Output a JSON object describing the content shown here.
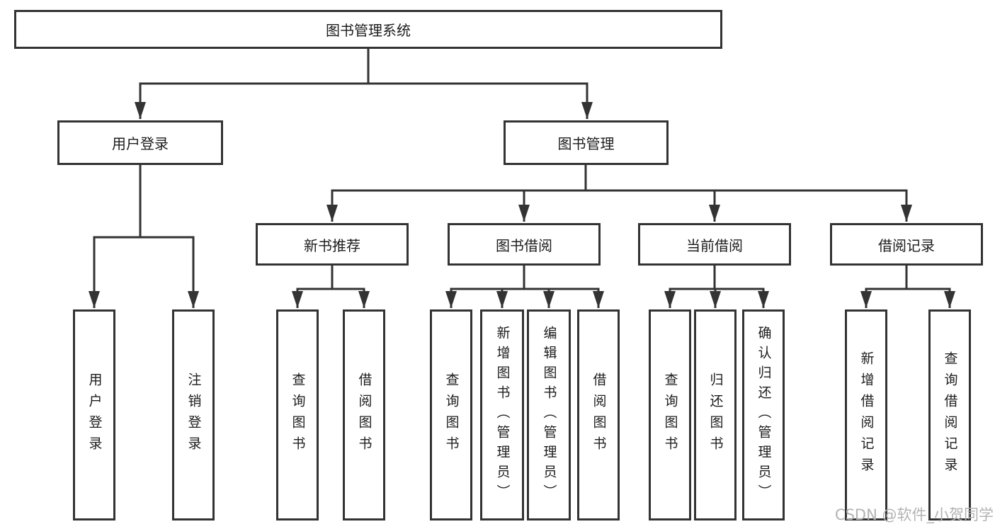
{
  "diagram": {
    "root": {
      "label": "图书管理系统"
    },
    "branches": [
      {
        "label": "用户登录",
        "children": [
          {
            "label": "用户登录"
          },
          {
            "label": "注销登录"
          }
        ]
      },
      {
        "label": "图书管理",
        "children": [
          {
            "label": "新书推荐",
            "children": [
              {
                "label": "查询图书"
              },
              {
                "label": "借阅图书"
              }
            ]
          },
          {
            "label": "图书借阅",
            "children": [
              {
                "label": "查询图书"
              },
              {
                "label": "新增图书（管理员）"
              },
              {
                "label": "编辑图书（管理员）"
              },
              {
                "label": "借阅图书"
              }
            ]
          },
          {
            "label": "当前借阅",
            "children": [
              {
                "label": "查询图书"
              },
              {
                "label": "归还图书"
              },
              {
                "label": "确认归还（管理员）"
              }
            ]
          },
          {
            "label": "借阅记录",
            "children": [
              {
                "label": "新增借阅记录"
              },
              {
                "label": "查询借阅记录"
              }
            ]
          }
        ]
      }
    ]
  },
  "watermark": {
    "text": "CSDN @软件_小贺同学"
  },
  "colors": {
    "line": "#333333",
    "box_border": "#333333",
    "text": "#1c1c1c",
    "watermark": "#b3b3b3",
    "background": "#ffffff"
  }
}
